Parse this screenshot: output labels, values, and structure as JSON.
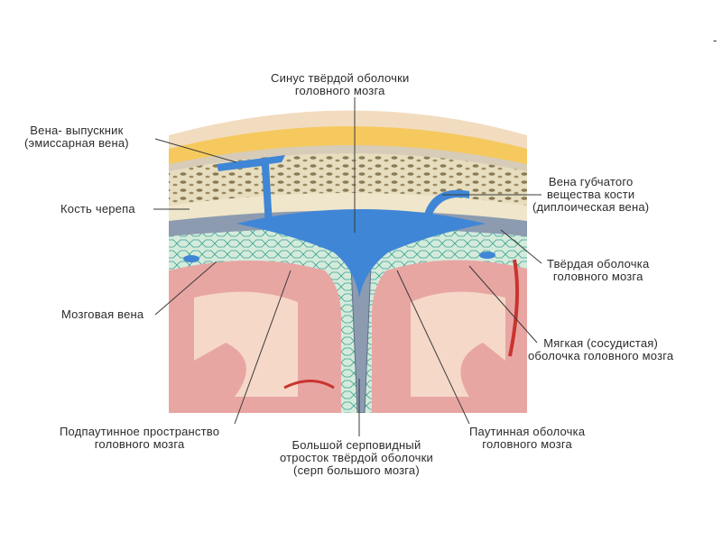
{
  "labels": {
    "sinus": [
      "Синус твёрдой оболочки",
      "головного мозга"
    ],
    "emissary": [
      "Вена- выпускник",
      "(эмиссарная вена)"
    ],
    "skull": [
      "Кость черепа"
    ],
    "diploic": [
      "Вена губчатого",
      "вещества кости",
      "(диплоическая вена)"
    ],
    "dura": [
      "Твёрдая оболочка",
      "головного мозга"
    ],
    "cerebral_vein": [
      "Мозговая вена"
    ],
    "pia": [
      "Мягкая (сосудистая)",
      "оболочка головного мозга"
    ],
    "subarachnoid": [
      "Подпаутинное пространство",
      "головного мозга"
    ],
    "falx": [
      "Большой серповидный",
      "отросток твёрдой оболочки",
      "(серп большого мозга)"
    ],
    "arachnoid": [
      "Паутинная оболочка",
      "головного мозга"
    ],
    "corner_mark": "-"
  },
  "colors": {
    "scalp": "#f2dcc0",
    "fat": "#f6c95e",
    "periosteum": "#d7ccb8",
    "bone": "#e9e0c4",
    "diploe": "#cfc2a0",
    "dura": "#8c9bb0",
    "sinus": "#3f86d6",
    "arachnoid": "#2f9a8a",
    "subarachnoid": "#cfe7da",
    "cortex": "#e8a6a3",
    "white_matter": "#f6d8c8",
    "vessel_red": "#c9342f"
  }
}
